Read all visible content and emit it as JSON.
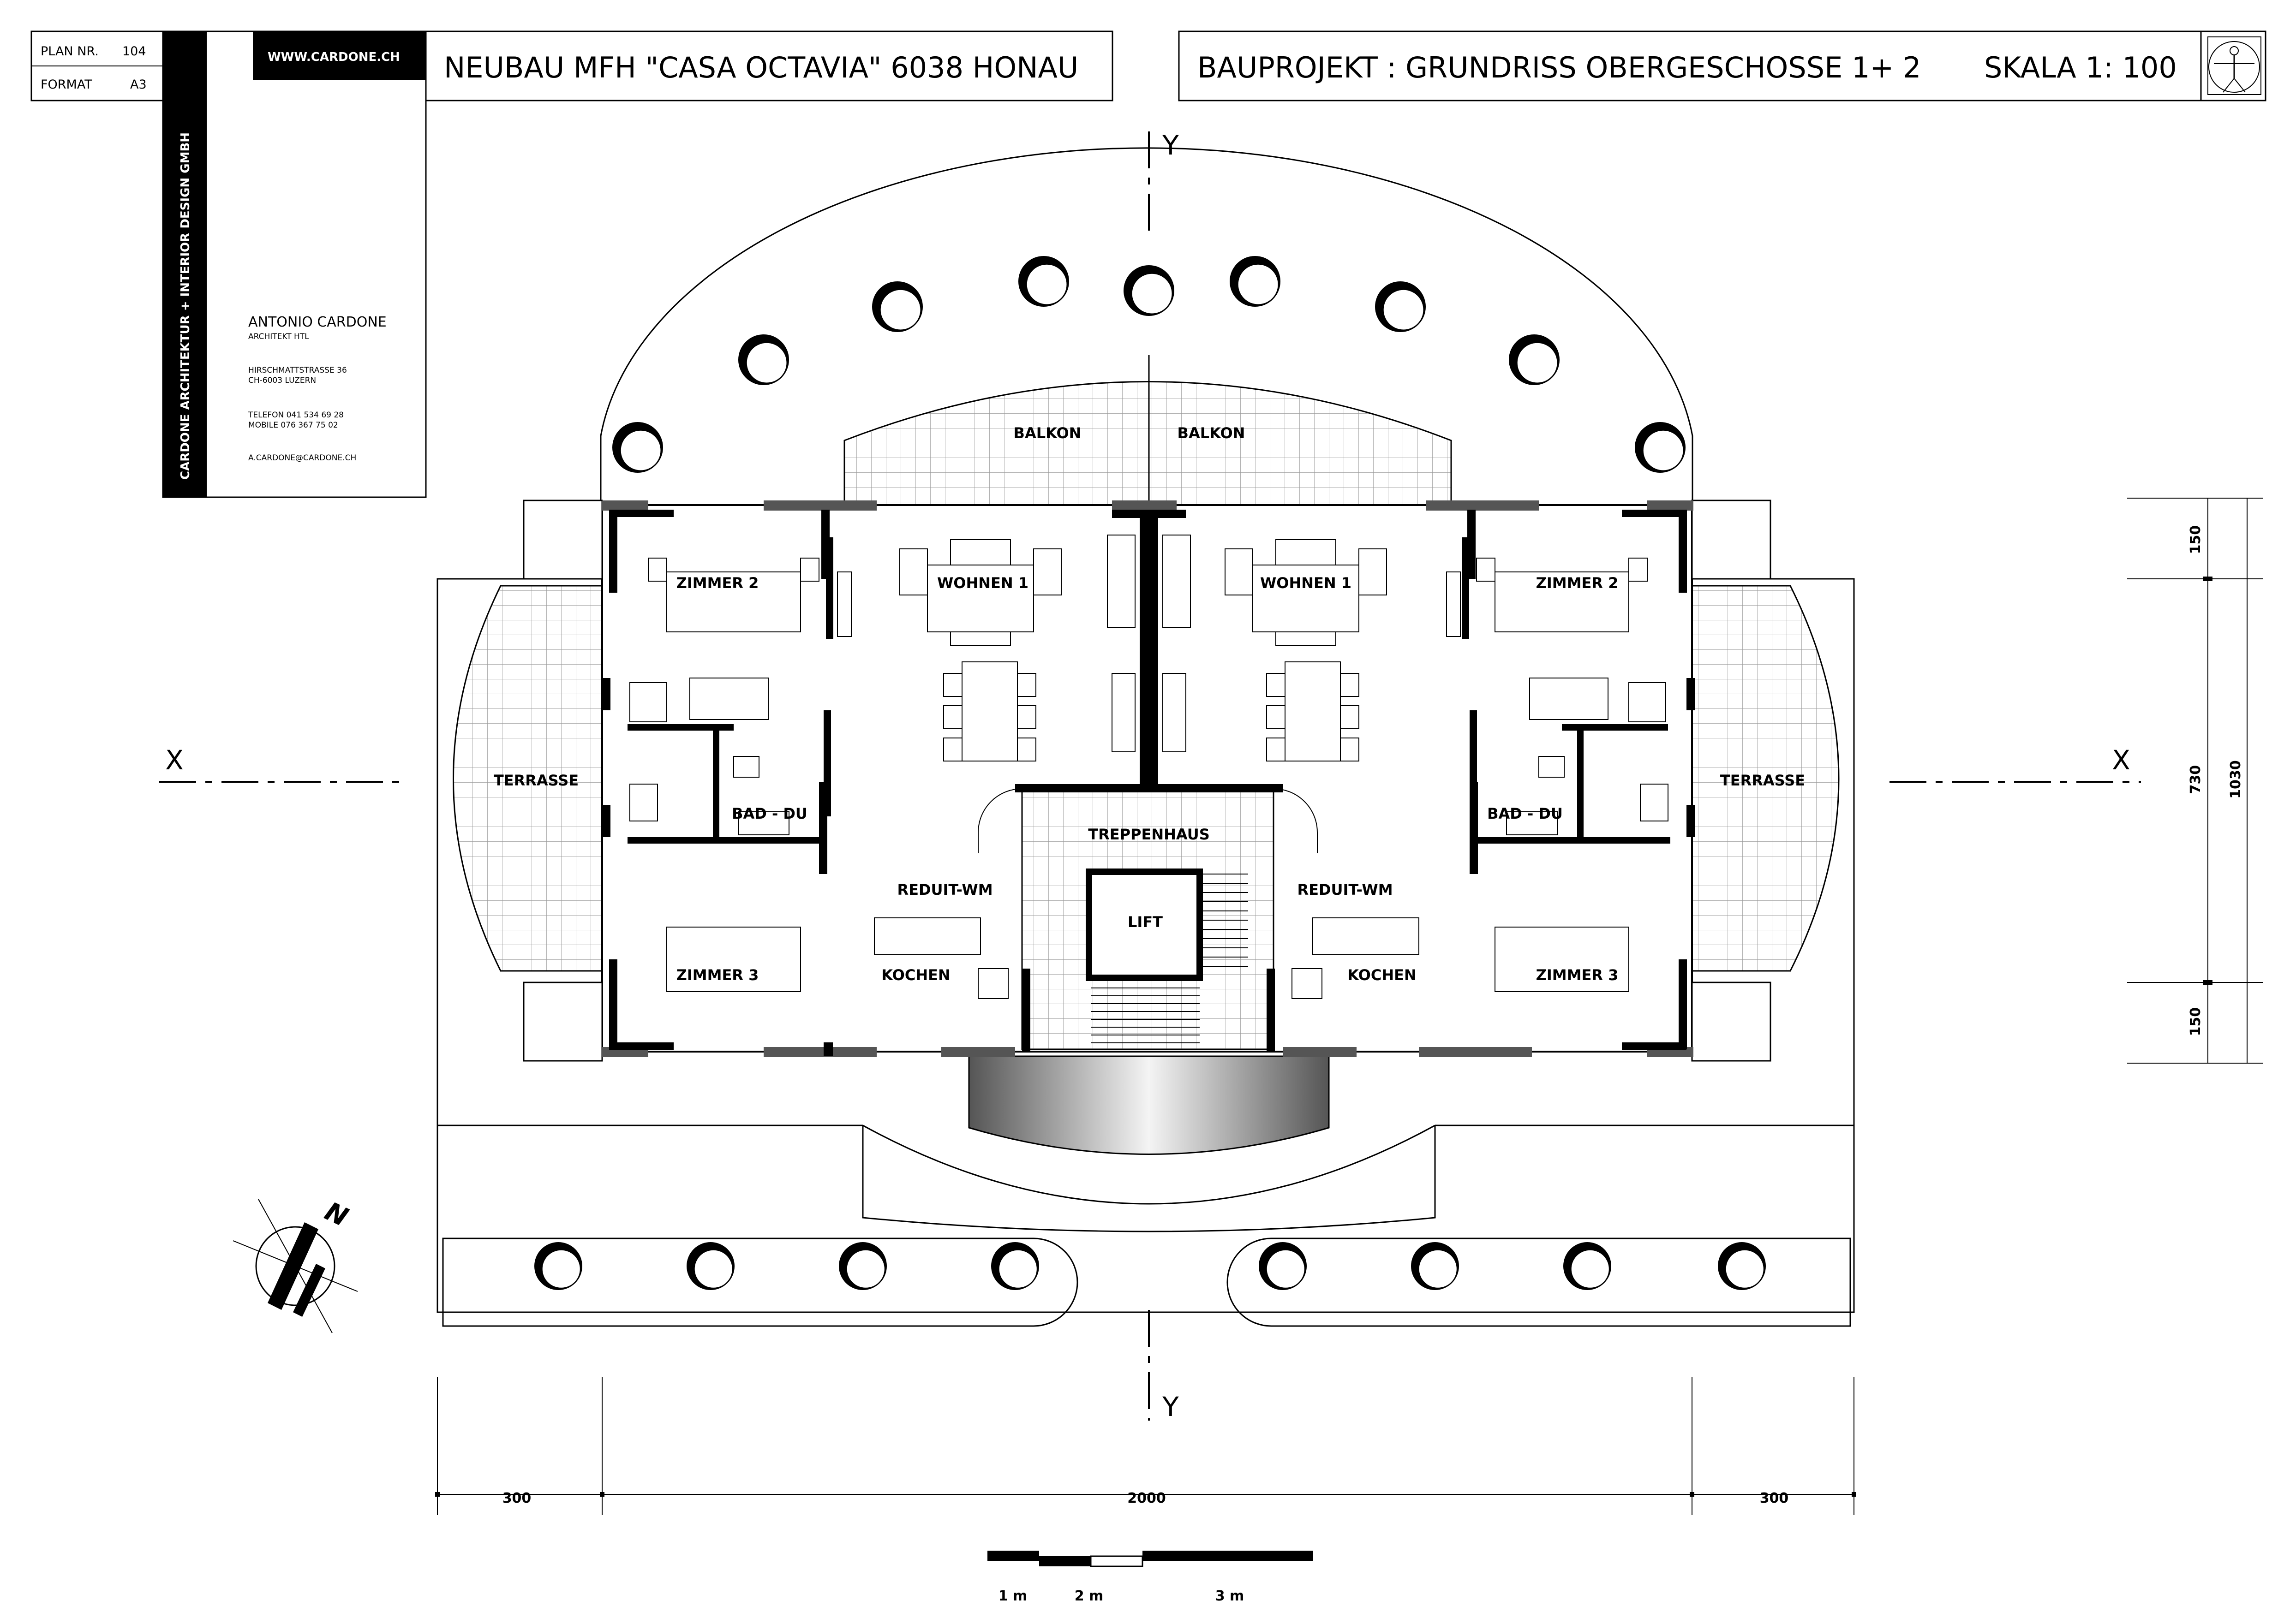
{
  "titleblock": {
    "plan_nr_label": "PLAN NR.",
    "plan_nr": "104",
    "format_label": "FORMAT",
    "format": "A3",
    "website": "WWW.CARDONE.CH",
    "vertical_firm": "CARDONE ARCHITEKTUR + INTERIOR DESIGN GMBH",
    "architect_name": "ANTONIO CARDONE",
    "architect_title": "ARCHITEKT HTL",
    "address_1": "HIRSCHMATTSTRASSE 36",
    "address_2": "CH-6003 LUZERN",
    "phone": "TELEFON 041 534 69 28",
    "mobile": "MOBILE 076 367 75 02",
    "email": "A.CARDONE@CARDONE.CH",
    "project_title": "NEUBAU MFH \"CASA OCTAVIA\" 6038 HONAU",
    "drawing_title": "BAUPROJEKT : GRUNDRISS OBERGESCHOSSE 1+ 2",
    "scale": "SKALA 1: 100",
    "logo_icon": "vitruvian-man-logo"
  },
  "plan": {
    "axis_x": "X",
    "axis_y": "Y",
    "north": "N",
    "rooms": {
      "balkon_left": "BALKON",
      "balkon_right": "BALKON",
      "wohnen_left": "WOHNEN 1",
      "wohnen_right": "WOHNEN 1",
      "zimmer2_left": "ZIMMER 2",
      "zimmer2_right": "ZIMMER 2",
      "terrasse_left": "TERRASSE",
      "terrasse_right": "TERRASSE",
      "bad_left": "BAD - DU",
      "bad_right": "BAD - DU",
      "treppenhaus": "TREPPENHAUS",
      "reduit_left": "REDUIT-WM",
      "reduit_right": "REDUIT-WM",
      "lift": "LIFT",
      "kochen_left": "KOCHEN",
      "kochen_right": "KOCHEN",
      "zimmer3_left": "ZIMMER 3",
      "zimmer3_right": "ZIMMER 3"
    }
  },
  "dimensions": {
    "right_150_top": "150",
    "right_730": "730",
    "right_1030": "1030",
    "right_150_bottom": "150",
    "bottom_300_left": "300",
    "bottom_2000": "2000",
    "bottom_300_right": "300"
  },
  "scalebar": {
    "label_1": "1 m",
    "label_2": "2 m",
    "label_3": "3 m"
  }
}
